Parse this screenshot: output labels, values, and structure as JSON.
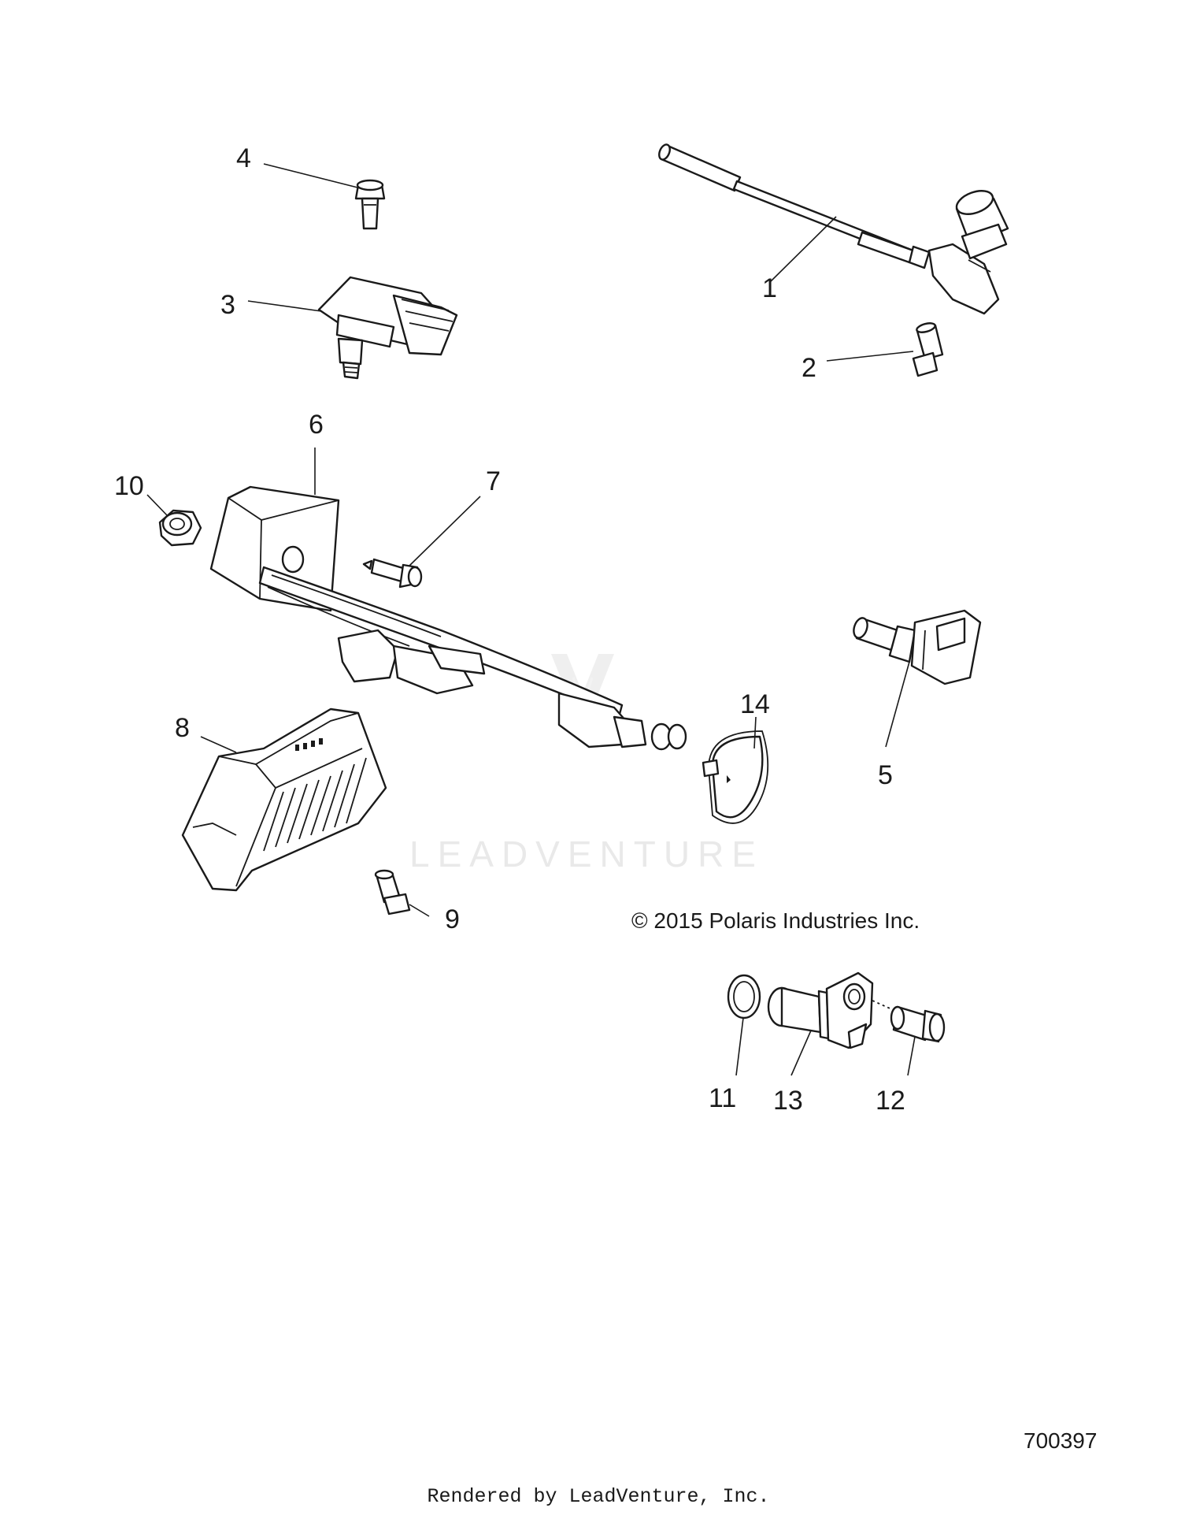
{
  "callouts": [
    "1",
    "2",
    "3",
    "4",
    "5",
    "6",
    "7",
    "8",
    "9",
    "10",
    "11",
    "12",
    "13",
    "14"
  ],
  "copyright": "© 2015 Polaris Industries Inc.",
  "diagram_number": "700397",
  "rendered_by": "Rendered by LeadVenture, Inc.",
  "watermark": "LEADVENTURE"
}
